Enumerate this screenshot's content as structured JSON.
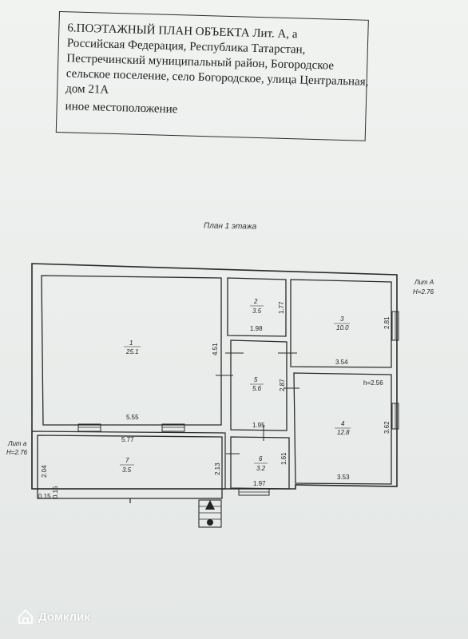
{
  "header": {
    "lines": [
      "6.ПОЭТАЖНЫЙ ПЛАН ОБЪЕКТА Лит. А, а",
      "Российская Федерация, Республика Татарстан,",
      "Пестречинский муниципальный район, Богородское",
      "сельское поселение, село Богородское, улица Центральная,",
      "дом 21А",
      "иное местоположение"
    ]
  },
  "plan": {
    "caption": "План 1 этажа",
    "lit_A": "Лит А",
    "lit_A_h": "H=2.76",
    "lit_a": "Лит а",
    "lit_a_h": "H=2.76",
    "rooms": [
      {
        "num": "1",
        "area": "25.1"
      },
      {
        "num": "2",
        "area": "3.5"
      },
      {
        "num": "3",
        "area": "10.0"
      },
      {
        "num": "4",
        "area": "12.8"
      },
      {
        "num": "5",
        "area": "5.6"
      },
      {
        "num": "6",
        "area": "3.2"
      },
      {
        "num": "7",
        "area": "3.5"
      }
    ],
    "dims": {
      "d_555": "5.55",
      "d_577": "5.77",
      "d_451": "4.51",
      "d_198": "1.98",
      "d_177": "1.77",
      "d_281": "2.81",
      "d_354": "3.54",
      "d_287": "2.87",
      "d_195": "1.95",
      "d_362": "3.62",
      "d_h256": "h=2.56",
      "d_353": "3.53",
      "d_213": "2.13",
      "d_161": "1.61",
      "d_197": "1.97",
      "d_204": "2.04",
      "d_015a": "0.15",
      "d_015b": "0.15"
    }
  },
  "watermark": {
    "text": "Домклик"
  }
}
